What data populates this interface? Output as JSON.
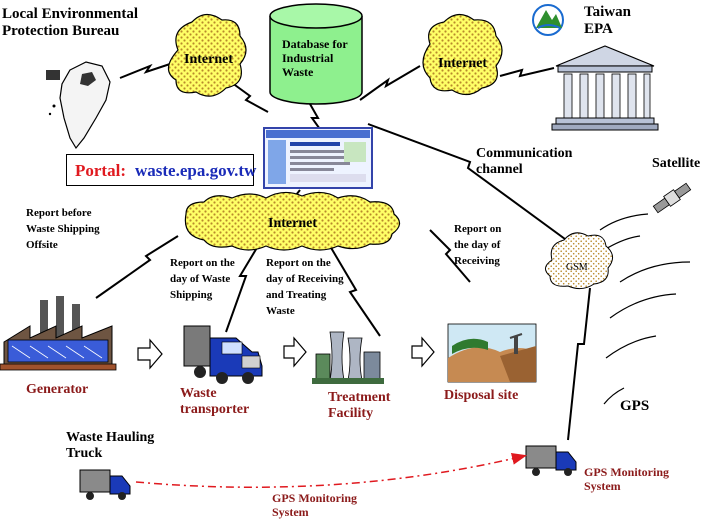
{
  "labels": {
    "local_bureau": "Local Environmental\nProtection Bureau",
    "internet_left": "Internet",
    "database": "Database for\nIndustrial\nWaste",
    "internet_right": "Internet",
    "taiwan_epa": "Taiwan\nEPA",
    "portal_prefix": "Portal:",
    "portal_url": "waste.epa.gov.tw",
    "communication_channel": "Communication\nchannel",
    "satellite": "Satellite",
    "report_before": "Report before\nWaste Shipping\nOffsite",
    "internet_center": "Internet",
    "report_day_receiving": "Report on\nthe day of\nReceiving",
    "report_day_shipping": "Report on the\nday of Waste\nShipping",
    "report_day_receiving_treating": "Report on the\nday of Receiving\nand Treating\nWaste",
    "gsm": "GSM",
    "generator": "Generator",
    "waste_transporter": "Waste\ntransporter",
    "treatment_facility": "Treatment\nFacility",
    "disposal_site": "Disposal site",
    "gps": "GPS",
    "waste_hauling_truck": "Waste Hauling\nTruck",
    "gps_monitoring_right": "GPS Monitoring\nSystem",
    "gps_monitoring_bottom": "GPS Monitoring\nSystem"
  },
  "colors": {
    "cloud_fill": "#ffff66",
    "cloud_dots": "#b88a2a",
    "database_fill": "#8ef08e",
    "accent_red": "#8b1a1a",
    "portal_red": "#e0191f",
    "portal_blue": "#1a2bb8"
  },
  "icons": [
    "taiwan-map-icon",
    "epa-logo-icon",
    "government-building-icon",
    "website-screenshot-icon",
    "satellite-icon",
    "factory-icon",
    "truck-icon",
    "treatment-plant-icon",
    "disposal-site-icon",
    "small-truck-icon",
    "arrow-right-icon"
  ]
}
